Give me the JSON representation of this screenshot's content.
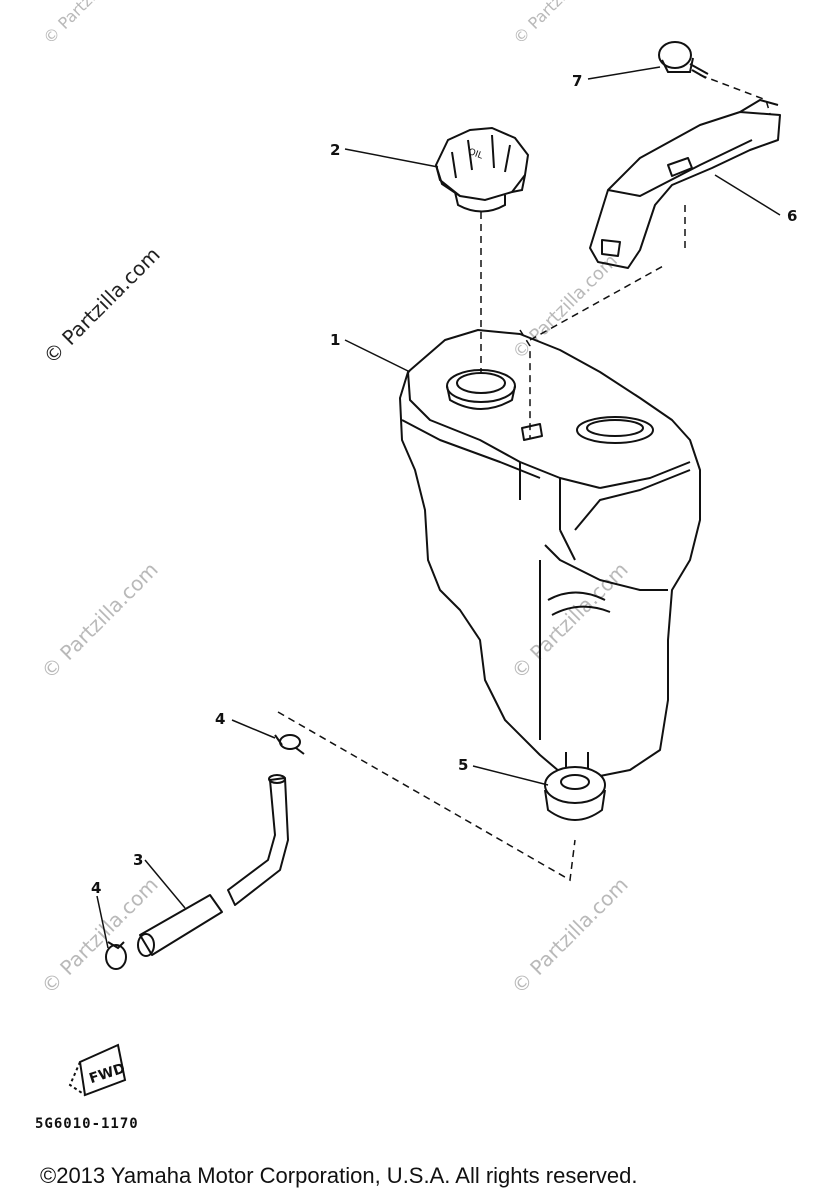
{
  "parts": [
    {
      "number": "1"
    },
    {
      "number": "2"
    },
    {
      "number": "3"
    },
    {
      "number": "4"
    },
    {
      "number": "4"
    },
    {
      "number": "5"
    },
    {
      "number": "6"
    },
    {
      "number": "7"
    }
  ],
  "cap_marking": "OIL",
  "fwd_label": "FWD",
  "drawing_code": "5G6010-1170",
  "watermark_text": "© Partzilla.com",
  "copyright": "©2013 Yamaha Motor Corporation, U.S.A. All rights reserved."
}
